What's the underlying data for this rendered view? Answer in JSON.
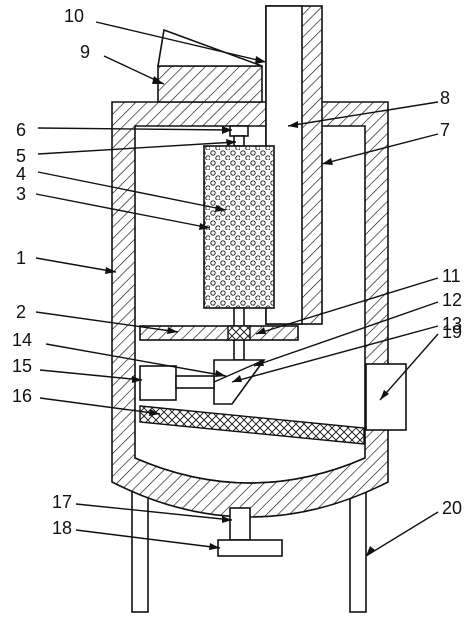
{
  "labels": {
    "l1": "1",
    "l2": "2",
    "l3": "3",
    "l4": "4",
    "l5": "5",
    "l6": "6",
    "l7": "7",
    "l8": "8",
    "l9": "9",
    "l10": "10",
    "l11": "11",
    "l12": "12",
    "l13": "13",
    "l14": "14",
    "l15": "15",
    "l16": "16",
    "l17": "17",
    "l18": "18",
    "l19": "19",
    "l20": "20"
  }
}
